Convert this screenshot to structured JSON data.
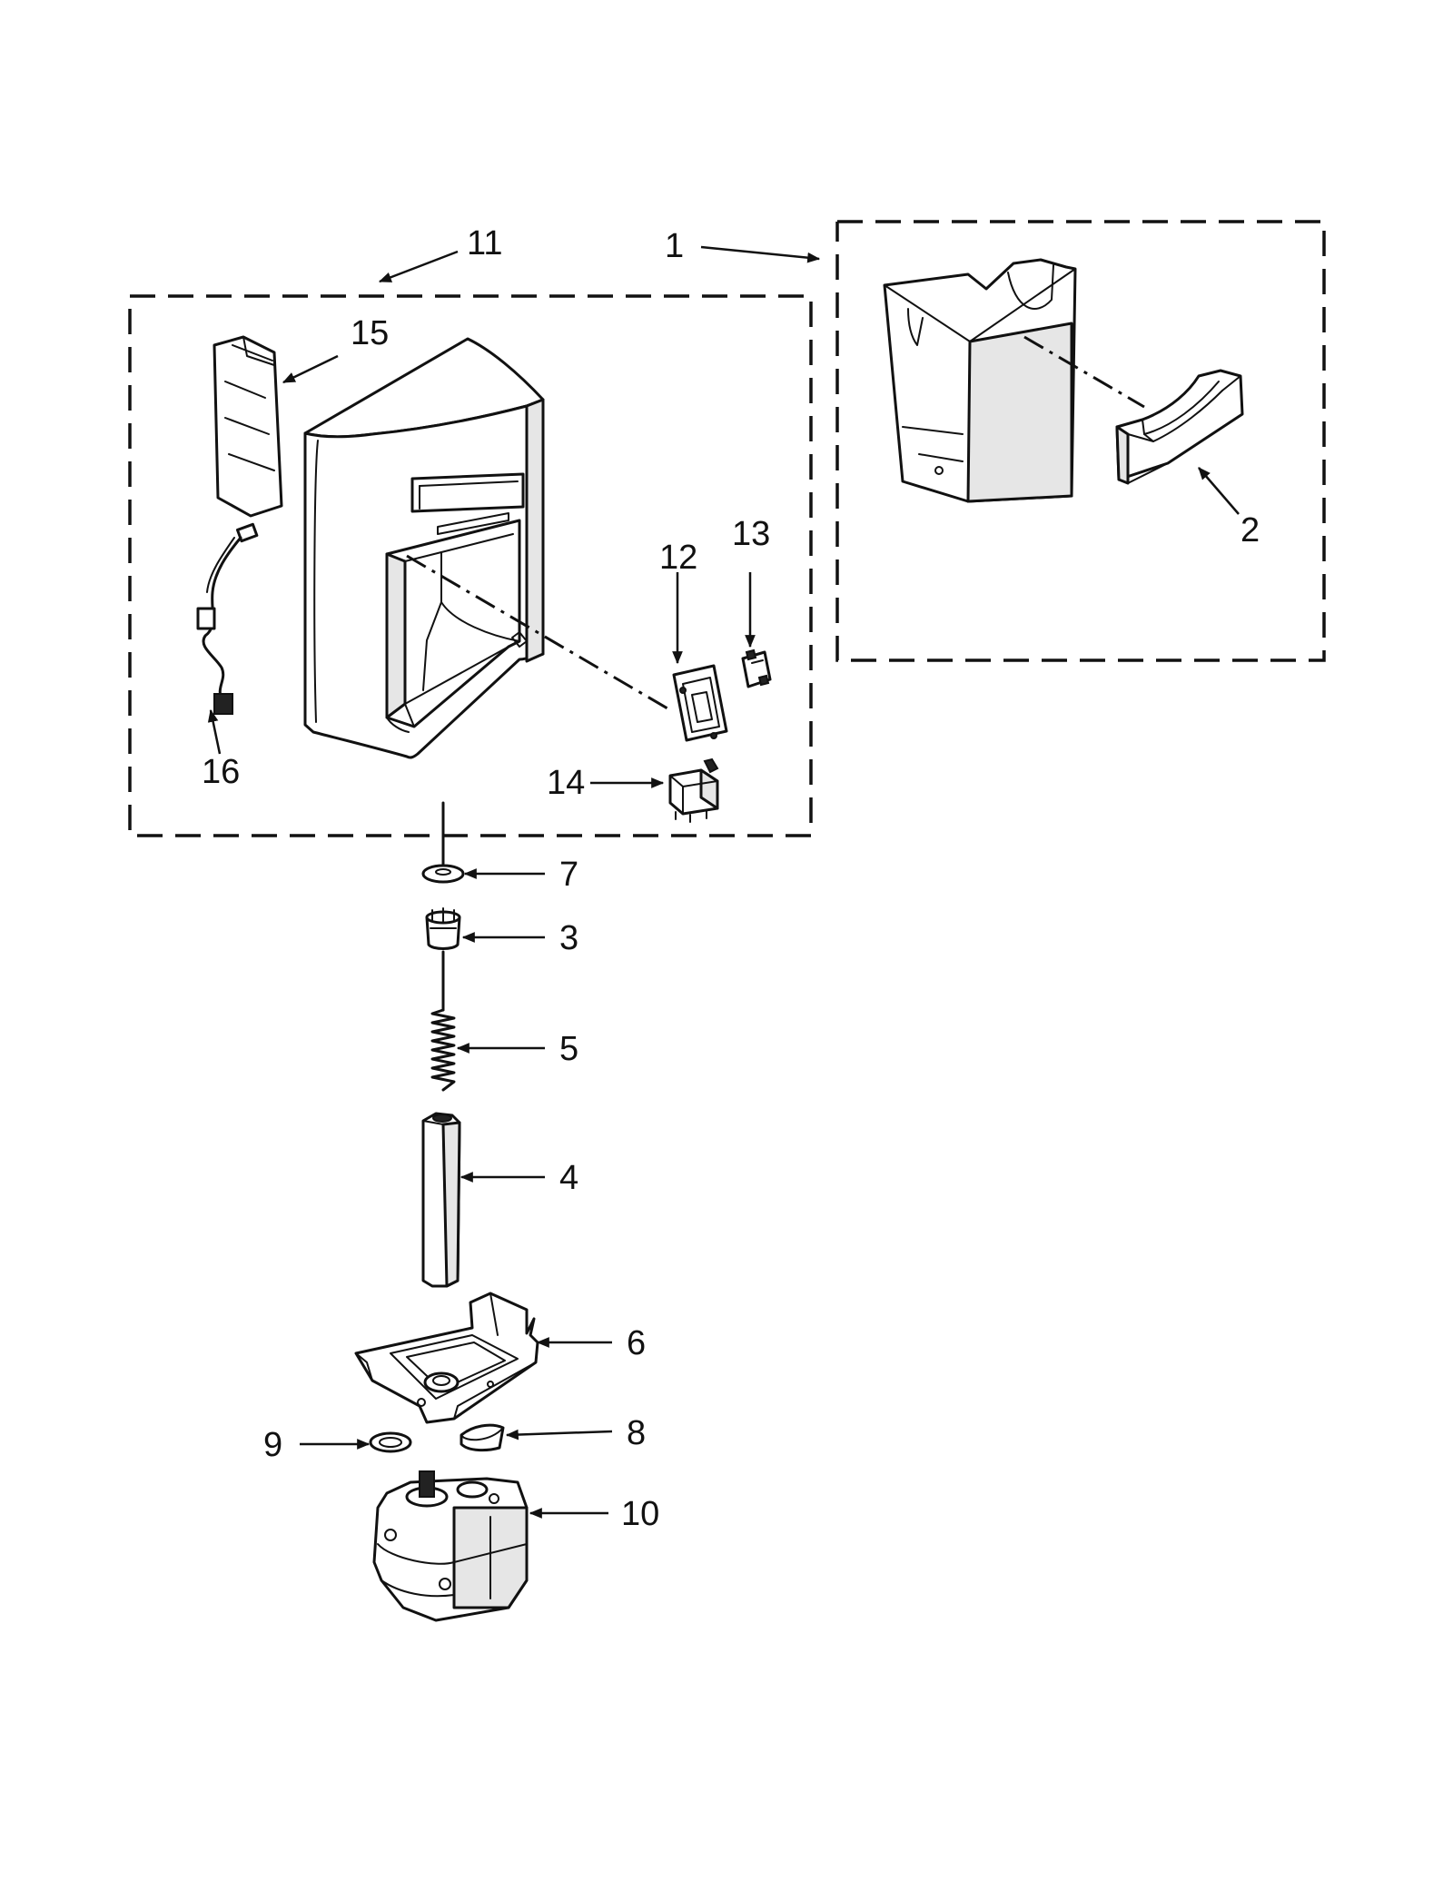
{
  "diagram": {
    "callouts": [
      {
        "id": "1",
        "label": "1"
      },
      {
        "id": "2",
        "label": "2"
      },
      {
        "id": "3",
        "label": "3"
      },
      {
        "id": "4",
        "label": "4"
      },
      {
        "id": "5",
        "label": "5"
      },
      {
        "id": "6",
        "label": "6"
      },
      {
        "id": "7",
        "label": "7"
      },
      {
        "id": "8",
        "label": "8"
      },
      {
        "id": "9",
        "label": "9"
      },
      {
        "id": "10",
        "label": "10"
      },
      {
        "id": "11",
        "label": "11"
      },
      {
        "id": "12",
        "label": "12"
      },
      {
        "id": "13",
        "label": "13"
      },
      {
        "id": "14",
        "label": "14"
      },
      {
        "id": "15",
        "label": "15"
      },
      {
        "id": "16",
        "label": "16"
      }
    ]
  }
}
